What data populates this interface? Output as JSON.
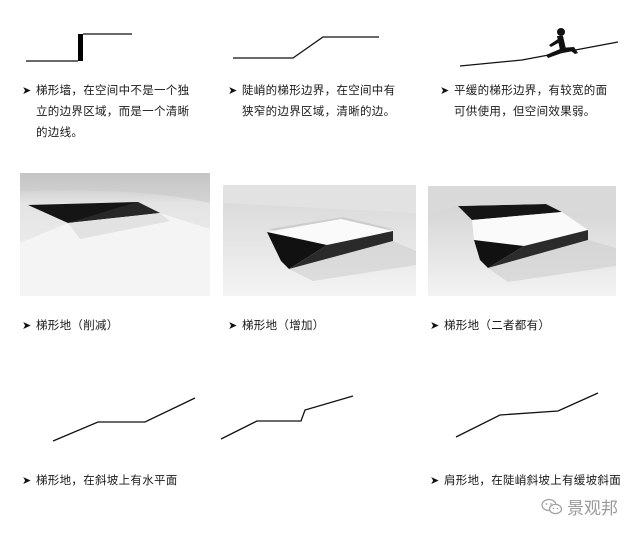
{
  "captions": {
    "row1": [
      {
        "lines": [
          "梯形墙，在空间中不是一个独",
          "立的边界区域，而是一个清晰",
          "的边线。"
        ]
      },
      {
        "lines": [
          "陡峭的梯形边界，在空间中有",
          "狭窄的边界区域，清晰的边。"
        ]
      },
      {
        "lines": [
          "平缓的梯形边界，有较宽的面",
          "可供使用，但空间效果弱。"
        ]
      }
    ],
    "row2": [
      {
        "lines": [
          "梯形地（削减）"
        ]
      },
      {
        "lines": [
          "梯形地（增加）"
        ]
      },
      {
        "lines": [
          "梯形地（二者都有）"
        ]
      }
    ],
    "row3": [
      {
        "lines": [
          "梯形地，在斜坡上有水平面"
        ]
      },
      {
        "lines": [
          "肩形地，在陡峭斜坡上有缓坡斜面"
        ]
      }
    ]
  },
  "watermark": {
    "text": "景观邦",
    "icon": "wechat-icon"
  }
}
